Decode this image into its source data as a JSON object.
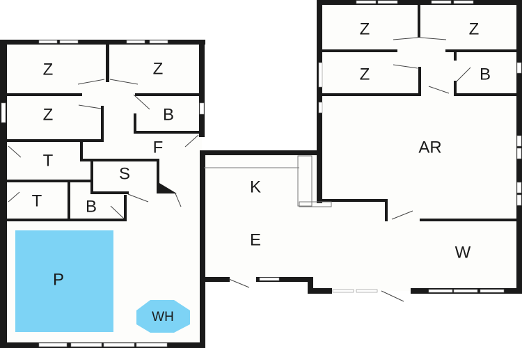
{
  "floorplan": {
    "rooms": {
      "z1": "Z",
      "z2": "Z",
      "z3": "Z",
      "b1": "B",
      "f": "F",
      "t1": "T",
      "s": "S",
      "t2": "T",
      "b2": "B",
      "p": "P",
      "wh": "WH",
      "z4": "Z",
      "z5": "Z",
      "z6": "Z",
      "b3": "B",
      "ar": "AR",
      "k": "K",
      "e": "E",
      "w": "W"
    },
    "colors": {
      "wall": "#1a1a1a",
      "pool": "#7dd3f5",
      "floor": "#fdfdfb"
    }
  }
}
